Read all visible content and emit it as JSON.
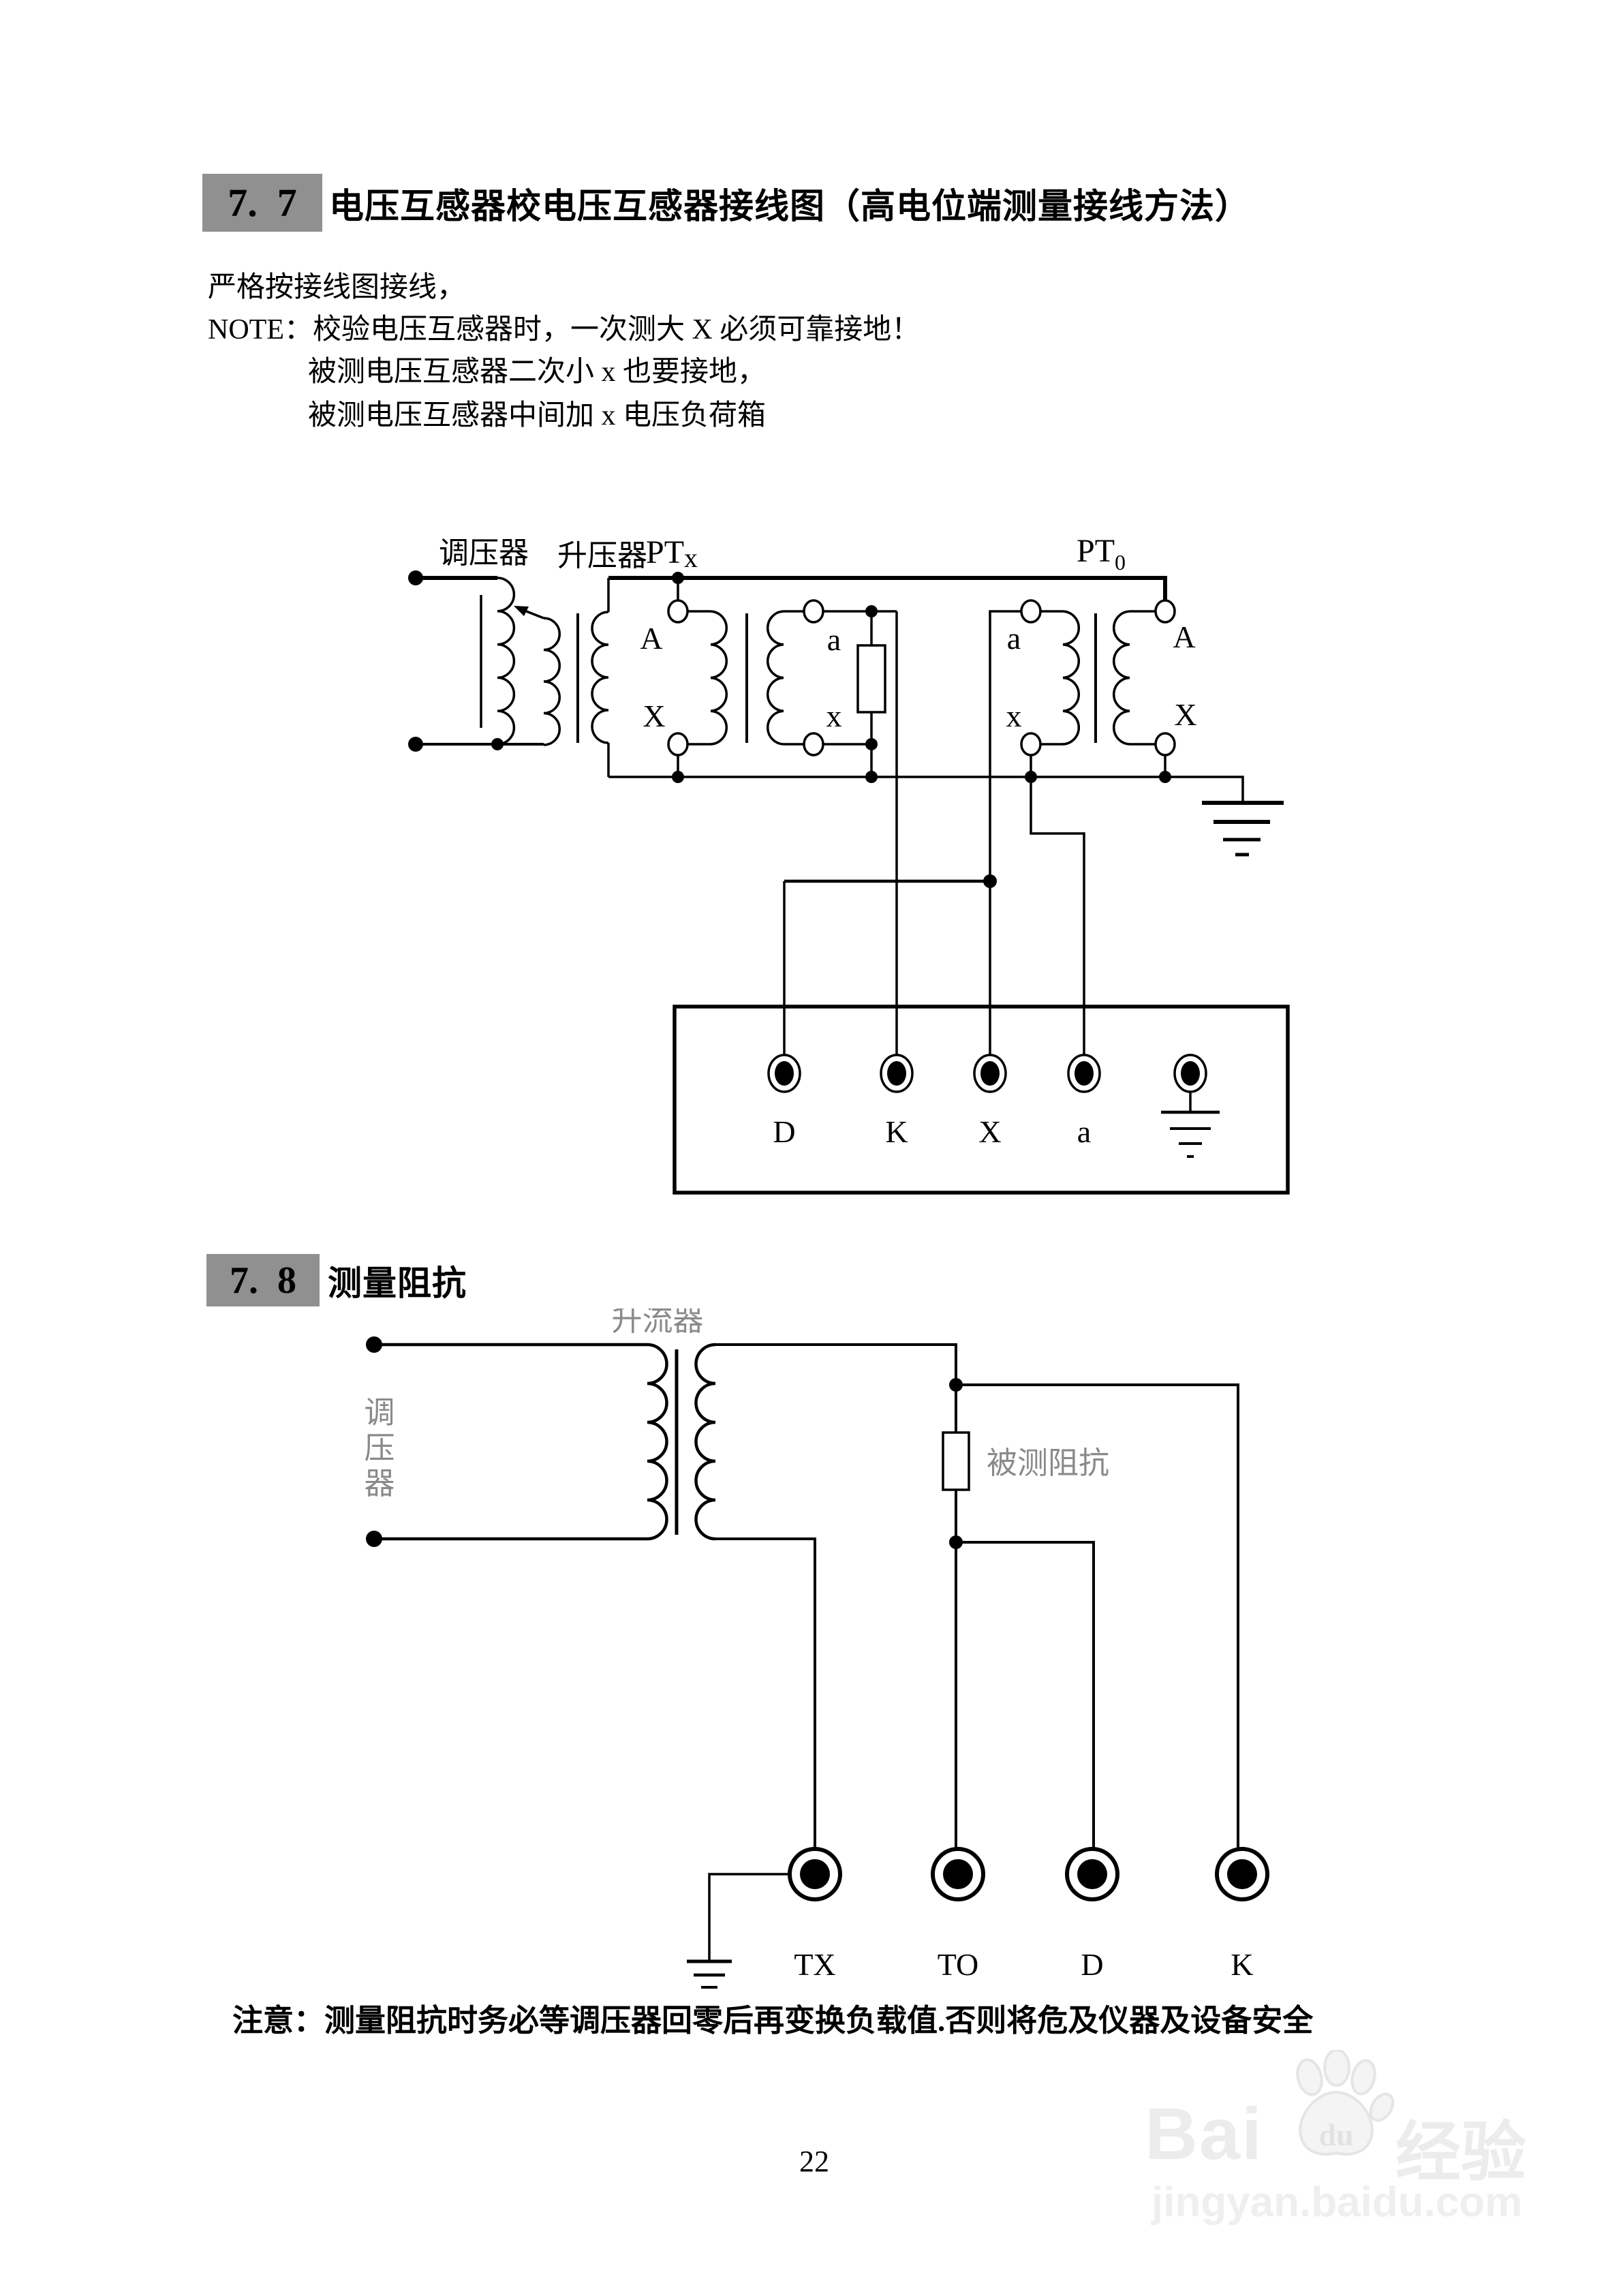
{
  "section77": {
    "number": "7.  7",
    "title": "电压互感器校电压互感器接线图（高电位端测量接线方法）"
  },
  "intro": {
    "line1": "严格按接线图接线，",
    "line2": "NOTE：校验电压互感器时，一次测大 X 必须可靠接地！",
    "line3": "被测电压互感器二次小 x 也要接地，",
    "line4": "被测电压互感器中间加 x 电压负荷箱"
  },
  "diagram1": {
    "regulator_label": "调压器",
    "booster_label": "升压器",
    "ptx_label": "PT",
    "ptx_sub": "x",
    "pt0_label": "PT",
    "pt0_sub": "0",
    "ptx_primary_high": "A",
    "ptx_primary_low": "X",
    "ptx_secondary_high": "a",
    "ptx_secondary_low": "x",
    "pt0_secondary_high": "a",
    "pt0_secondary_low": "x",
    "pt0_primary_high": "A",
    "pt0_primary_low": "X",
    "terminal_d": "D",
    "terminal_k": "K",
    "terminal_x": "X",
    "terminal_a": "a"
  },
  "section78": {
    "number": "7.  8",
    "title": "测量阻抗"
  },
  "diagram2": {
    "booster_label": "升流器",
    "regulator_char1": "调",
    "regulator_char2": "压",
    "regulator_char3": "器",
    "impedance_label": "被测阻抗",
    "terminal_tx": "TX",
    "terminal_to": "TO",
    "terminal_d": "D",
    "terminal_k": "K"
  },
  "warning": "注意：测量阻抗时务必等调压器回零后再变换负载值.否则将危及仪器及设备安全",
  "page_number": "22",
  "watermark": {
    "brand_prefix": "Bai",
    "brand_suffix": "du",
    "brand_cn": "经验",
    "site": "jingyan.baidu.com"
  }
}
